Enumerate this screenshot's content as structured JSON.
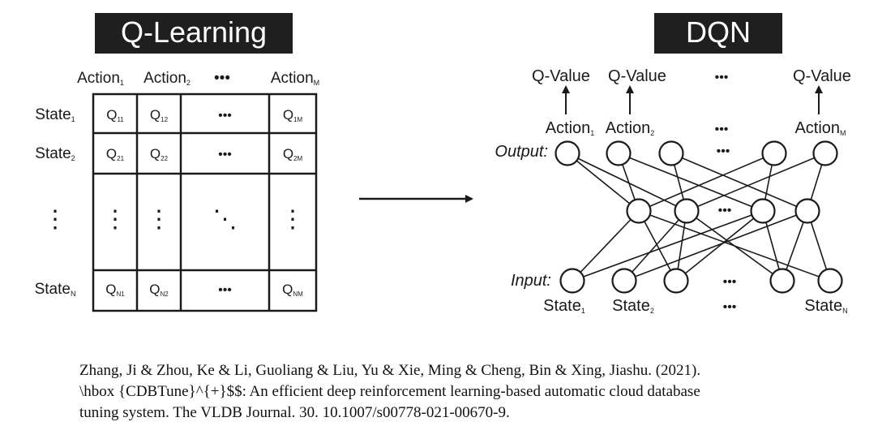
{
  "q_learning": {
    "title": "Q-Learning",
    "column_headers": [
      {
        "main": "Action",
        "sub": "1"
      },
      {
        "main": "Action",
        "sub": "2"
      },
      {
        "main": "•••",
        "sub": ""
      },
      {
        "main": "Action",
        "sub": "M"
      }
    ],
    "row_headers": [
      {
        "main": "State",
        "sub": "1"
      },
      {
        "main": "State",
        "sub": "2"
      },
      {
        "main": "⋮",
        "sub": ""
      },
      {
        "main": "State",
        "sub": "N"
      }
    ],
    "cells": [
      [
        {
          "main": "Q",
          "sub": "11"
        },
        {
          "main": "Q",
          "sub": "12"
        },
        {
          "main": "•••",
          "sub": ""
        },
        {
          "main": "Q",
          "sub": "1M"
        }
      ],
      [
        {
          "main": "Q",
          "sub": "21"
        },
        {
          "main": "Q",
          "sub": "22"
        },
        {
          "main": "•••",
          "sub": ""
        },
        {
          "main": "Q",
          "sub": "2M"
        }
      ],
      [
        {
          "main": "⋮",
          "sub": ""
        },
        {
          "main": "⋮",
          "sub": ""
        },
        {
          "main": "⋱",
          "sub": ""
        },
        {
          "main": "⋮",
          "sub": ""
        }
      ],
      [
        {
          "main": "Q",
          "sub": "N1"
        },
        {
          "main": "Q",
          "sub": "N2"
        },
        {
          "main": "•••",
          "sub": ""
        },
        {
          "main": "Q",
          "sub": "NM"
        }
      ]
    ]
  },
  "dqn": {
    "title": "DQN",
    "q_value_labels": [
      "Q-Value",
      "Q-Value",
      "•••",
      "Q-Value"
    ],
    "action_labels": [
      {
        "main": "Action",
        "sub": "1"
      },
      {
        "main": "Action",
        "sub": "2"
      },
      {
        "main": "•••",
        "sub": ""
      },
      {
        "main": "Action",
        "sub": "M"
      }
    ],
    "output_label": "Output:",
    "input_label": "Input:",
    "hidden_ellipsis": "•••",
    "output_ellipsis": "•••",
    "input_ellipsis": "•••",
    "state_labels": [
      {
        "main": "State",
        "sub": "1"
      },
      {
        "main": "State",
        "sub": "2"
      },
      {
        "main": "•••",
        "sub": ""
      },
      {
        "main": "State",
        "sub": "N"
      }
    ]
  },
  "citation": {
    "line1": "Zhang, Ji & Zhou, Ke & Li, Guoliang & Liu, Yu & Xie, Ming & Cheng, Bin & Xing, Jiashu. (2021).",
    "line2": "\\hbox {CDBTune}^{+}$$:  An efficient deep reinforcement learning-based automatic cloud database",
    "line3": "tuning system. The VLDB  Journal. 30. 10.1007/s00778-021-00670-9."
  },
  "colors": {
    "title_bg": "#1f1f1f",
    "title_fg": "#ffffff",
    "line": "#1a1a1a"
  }
}
